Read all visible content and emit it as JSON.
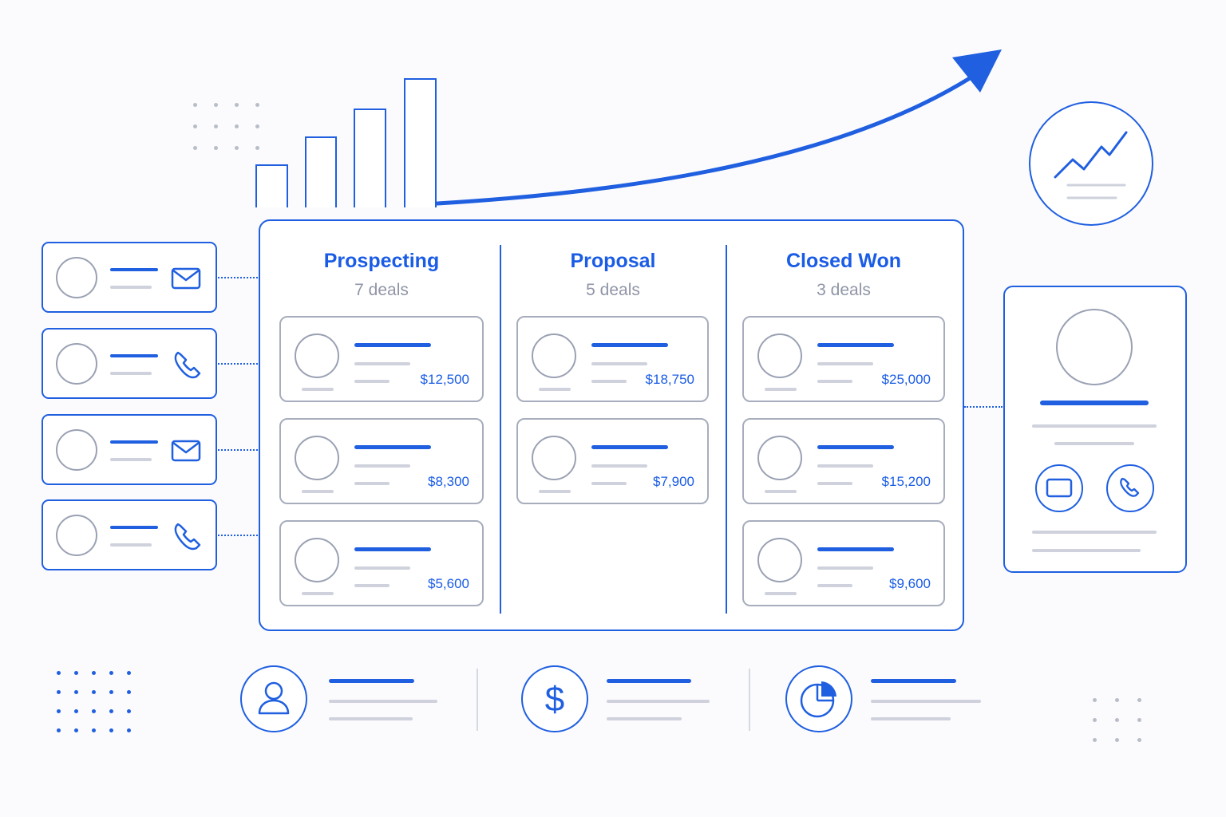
{
  "colors": {
    "accent": "#1f5fe0",
    "muted_text": "#8f95a6",
    "placeholder_line": "#cfd2dc",
    "outline_gray": "#a7adbd"
  },
  "contacts": [
    {
      "icon": "mail-icon"
    },
    {
      "icon": "phone-icon"
    },
    {
      "icon": "mail-icon"
    },
    {
      "icon": "phone-icon"
    }
  ],
  "pipeline": {
    "columns": [
      {
        "title": "Prospecting",
        "count_label": "7 deals",
        "deals": [
          {
            "amount": "$12,500"
          },
          {
            "amount": "$8,300"
          },
          {
            "amount": "$5,600"
          }
        ]
      },
      {
        "title": "Proposal",
        "count_label": "5 deals",
        "deals": [
          {
            "amount": "$18,750"
          },
          {
            "amount": "$7,900"
          }
        ]
      },
      {
        "title": "Closed Won",
        "count_label": "3 deals",
        "deals": [
          {
            "amount": "$25,000"
          },
          {
            "amount": "$15,200"
          },
          {
            "amount": "$9,600"
          }
        ]
      }
    ]
  },
  "profile": {
    "actions": [
      "card-icon",
      "phone-icon"
    ]
  },
  "stats": [
    {
      "icon": "user-icon"
    },
    {
      "icon": "dollar-icon"
    },
    {
      "icon": "pie-chart-icon"
    }
  ],
  "decor": {
    "growth_badge_icon": "trend-up-icon",
    "arrow_icon": "growth-arrow-icon"
  }
}
